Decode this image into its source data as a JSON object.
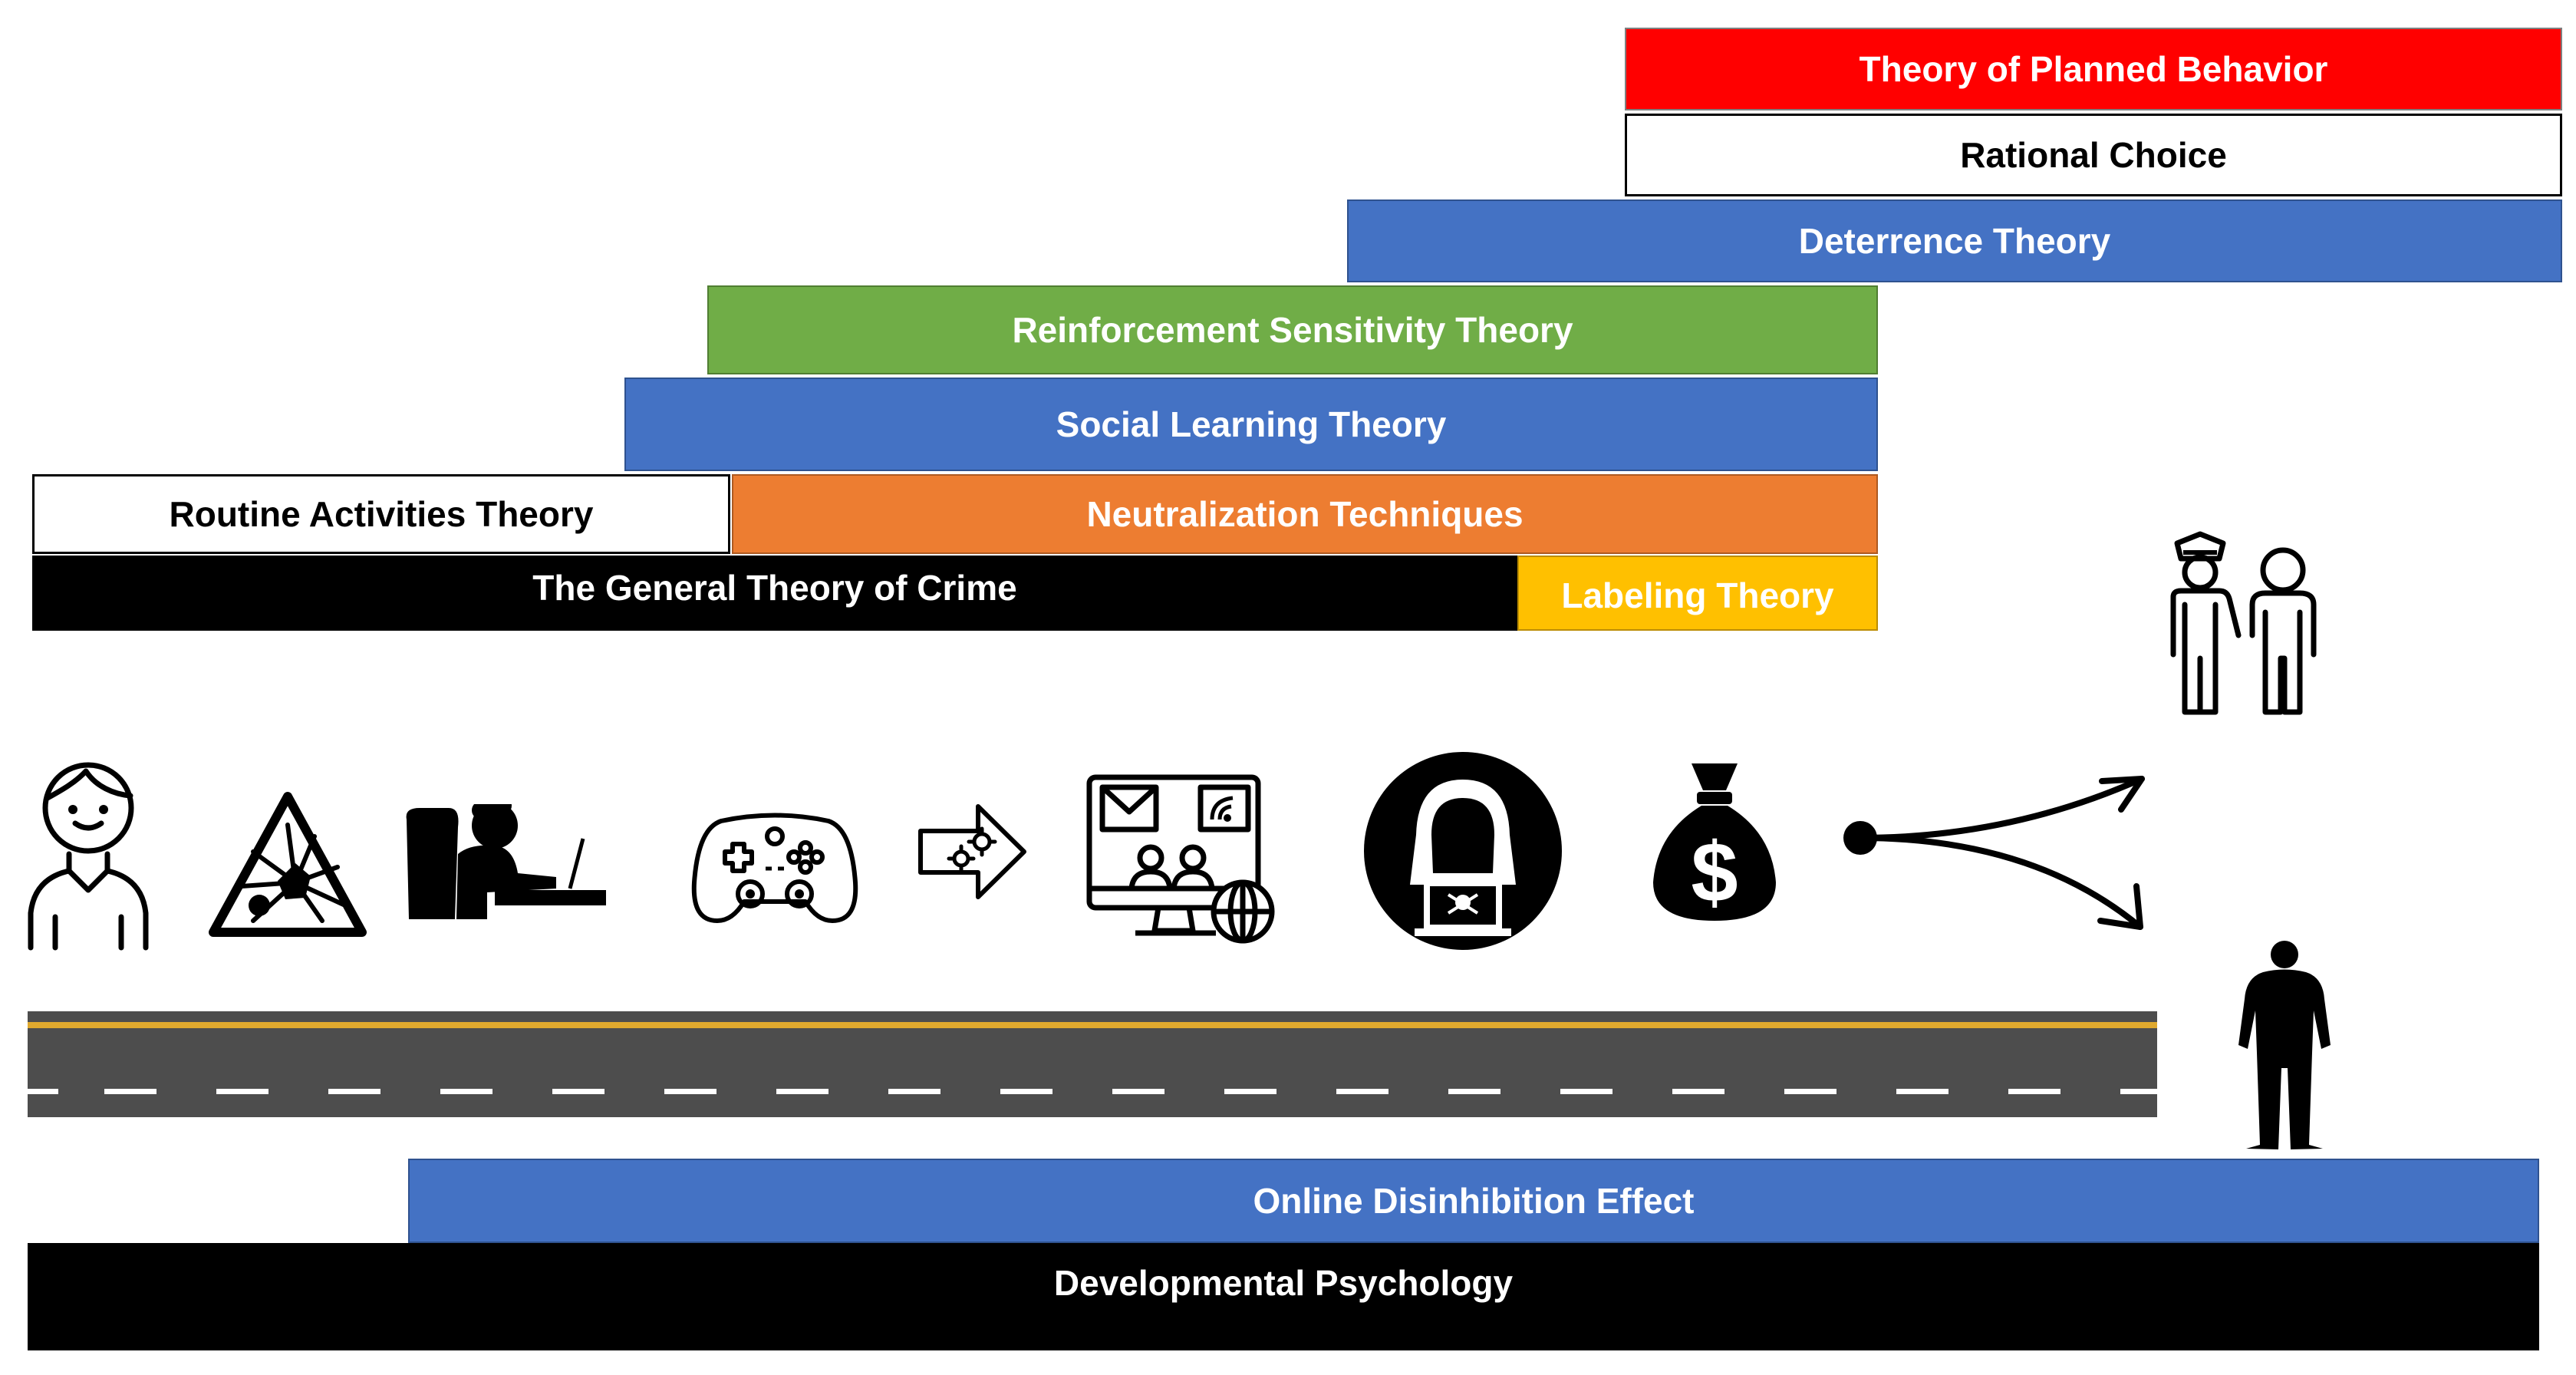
{
  "theories": [
    {
      "id": "planned",
      "label": "Theory of Planned Behavior",
      "bg": "#FF0000",
      "fg": "#FFFFFF"
    },
    {
      "id": "rational",
      "label": "Rational Choice",
      "bg": "#FFFFFF",
      "fg": "#000000"
    },
    {
      "id": "deterrence",
      "label": "Deterrence Theory",
      "bg": "#4472C4",
      "fg": "#FFFFFF"
    },
    {
      "id": "reinforcement",
      "label": "Reinforcement Sensitivity Theory",
      "bg": "#70AD47",
      "fg": "#FFFFFF"
    },
    {
      "id": "social",
      "label": "Social Learning Theory",
      "bg": "#4472C4",
      "fg": "#FFFFFF"
    },
    {
      "id": "routine",
      "label": "Routine Activities Theory",
      "bg": "#FFFFFF",
      "fg": "#000000"
    },
    {
      "id": "neutralization",
      "label": "Neutralization Techniques",
      "bg": "#ED7D31",
      "fg": "#FFFFFF"
    },
    {
      "id": "general",
      "label": "The General Theory of Crime",
      "bg": "#000000",
      "fg": "#FFFFFF"
    },
    {
      "id": "labeling",
      "label": "Labeling Theory",
      "bg": "#FFC000",
      "fg": "#FFFFFF"
    },
    {
      "id": "disinhibition",
      "label": "Online Disinhibition Effect",
      "bg": "#4472C4",
      "fg": "#FFFFFF"
    },
    {
      "id": "developmental",
      "label": "Developmental Psychology",
      "bg": "#000000",
      "fg": "#FFFFFF"
    }
  ],
  "icons": [
    "child-icon",
    "explosion-warning-icon",
    "child-at-computer-icon",
    "game-controller-icon",
    "process-arrow-icon",
    "online-communication-icon",
    "hacker-icon",
    "money-bag-icon",
    "branching-path-icon",
    "police-officer-icon",
    "person-silhouette-icon"
  ],
  "colors": {
    "road": "#4D4D4D",
    "road_edge": "#E0A92E",
    "road_dash": "#FFFFFF"
  }
}
